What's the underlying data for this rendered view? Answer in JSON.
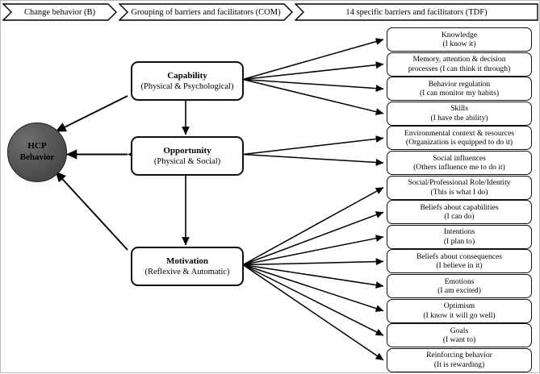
{
  "header": {
    "segments": [
      {
        "id": "change-behavior",
        "label": "Change behavior (B)"
      },
      {
        "id": "grouping-com",
        "label": "Grouping of barriers and facilitators (COM)"
      },
      {
        "id": "tdf-specific",
        "label": "14 specific barriers and facilitators (TDF)"
      }
    ]
  },
  "behavior_node": {
    "line1": "HCP",
    "line2": "Behavior",
    "fill": "#575757",
    "stroke": "#1d1d1d"
  },
  "com_boxes": [
    {
      "id": "capability",
      "title": "Capability",
      "subtitle": "(Physical & Psychological)"
    },
    {
      "id": "opportunity",
      "title": "Opportunity",
      "subtitle": "(Physical & Social)"
    },
    {
      "id": "motivation",
      "title": "Motivation",
      "subtitle": "(Reflexive & Automatic)"
    }
  ],
  "tdf_boxes": [
    {
      "id": "knowledge",
      "line1": "Knowledge",
      "line2": "(I know it)",
      "parent": "capability"
    },
    {
      "id": "memory-attention-decision",
      "line1": "Memory, attention & decision",
      "line2": "processes (I can think it through)",
      "parent": "capability"
    },
    {
      "id": "behavior-regulation",
      "line1": "Behavior regulation",
      "line2": "(I can monitor my habits)",
      "parent": "capability"
    },
    {
      "id": "skills",
      "line1": "Skills",
      "line2": "(I have the ability)",
      "parent": "capability"
    },
    {
      "id": "environmental-context-resources",
      "line1": "Environmental context & resources",
      "line2": "(Organization is equipped to do it)",
      "parent": "opportunity"
    },
    {
      "id": "social-influences",
      "line1": "Social influences",
      "line2": "(Others influence me to do it)",
      "parent": "opportunity"
    },
    {
      "id": "social-professional-role-identity",
      "line1": "Social/Professional Role/Identity",
      "line2": "(This is what I do)",
      "parent": "motivation"
    },
    {
      "id": "beliefs-about-capabilities",
      "line1": "Beliefs about capabilities",
      "line2": "(I can do)",
      "parent": "motivation"
    },
    {
      "id": "intentions",
      "line1": "Intentions",
      "line2": "(I plan to)",
      "parent": "motivation"
    },
    {
      "id": "beliefs-about-consequences",
      "line1": "Beliefs about consequences",
      "line2": "(I believe in it)",
      "parent": "motivation"
    },
    {
      "id": "emotions",
      "line1": "Emotions",
      "line2": "(I am excited)",
      "parent": "motivation"
    },
    {
      "id": "optimism",
      "line1": "Optimism",
      "line2": "(I know it will go well)",
      "parent": "motivation"
    },
    {
      "id": "goals",
      "line1": "Goals",
      "line2": "(I want to)",
      "parent": "motivation"
    },
    {
      "id": "reinforcing-behavior",
      "line1": "Reinforcing behavior",
      "line2": "(It is rewarding)",
      "parent": "motivation"
    }
  ]
}
